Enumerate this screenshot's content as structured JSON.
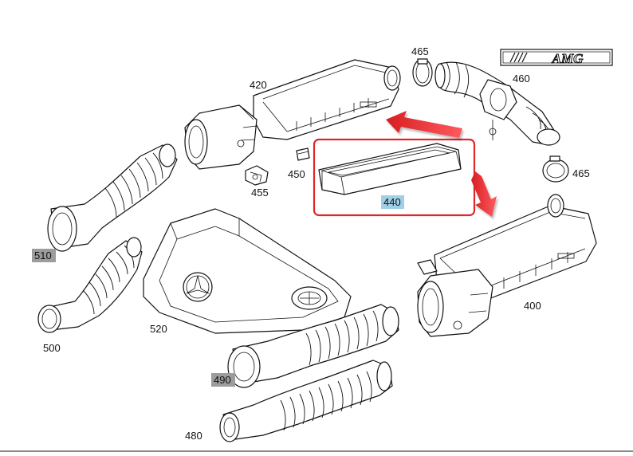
{
  "brand_logo": {
    "text": "AMG"
  },
  "highlight_color": "#e0262b",
  "callouts": [
    {
      "id": "400",
      "text": "400",
      "style": "plain"
    },
    {
      "id": "420",
      "text": "420",
      "style": "plain"
    },
    {
      "id": "440",
      "text": "440",
      "style": "blue"
    },
    {
      "id": "450",
      "text": "450",
      "style": "plain"
    },
    {
      "id": "455",
      "text": "455",
      "style": "plain"
    },
    {
      "id": "460",
      "text": "460",
      "style": "plain"
    },
    {
      "id": "465a",
      "text": "465",
      "style": "plain"
    },
    {
      "id": "465b",
      "text": "465",
      "style": "plain"
    },
    {
      "id": "480",
      "text": "480",
      "style": "plain"
    },
    {
      "id": "490",
      "text": "490",
      "style": "gray"
    },
    {
      "id": "500",
      "text": "500",
      "style": "plain"
    },
    {
      "id": "510",
      "text": "510",
      "style": "gray"
    },
    {
      "id": "520",
      "text": "520",
      "style": "plain"
    }
  ],
  "tag_colors": {
    "blue": "#9fd0e6",
    "gray": "#9c9c9c"
  }
}
